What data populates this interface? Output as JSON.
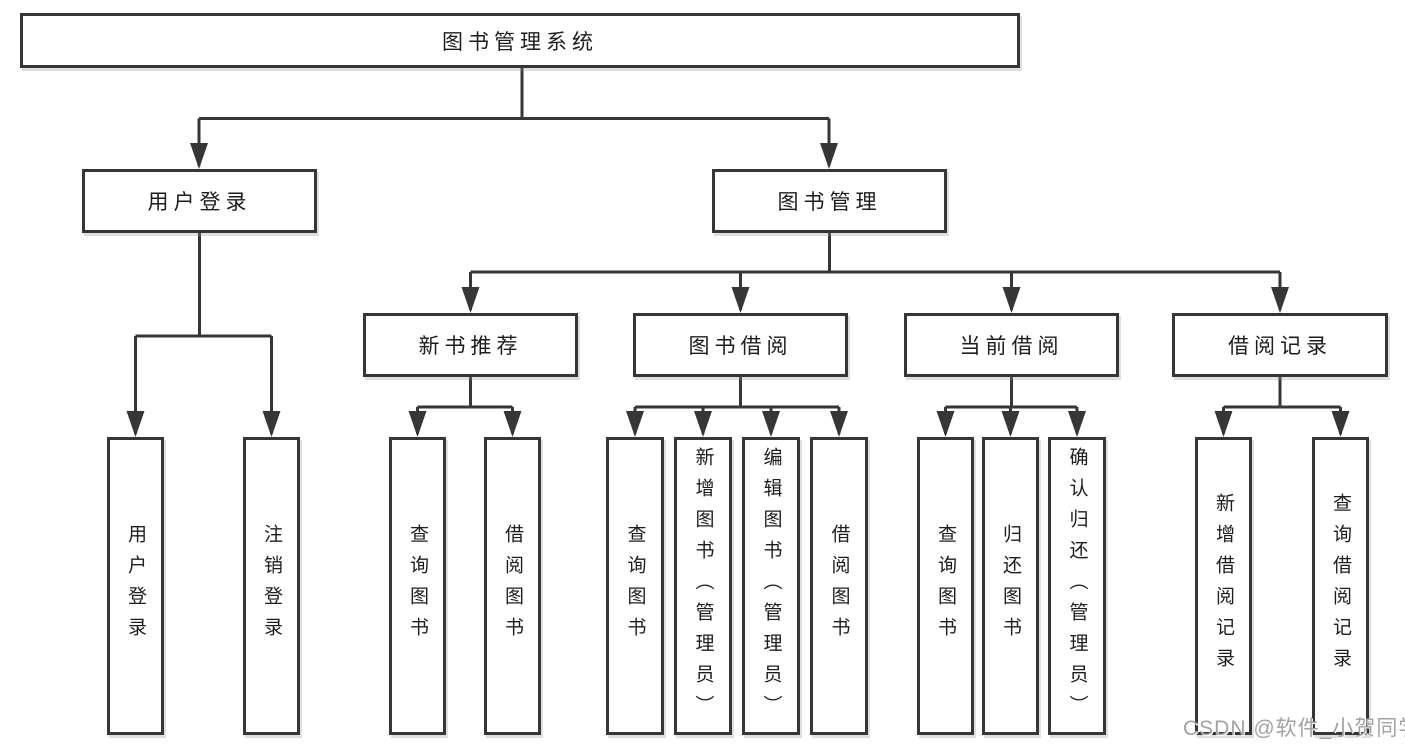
{
  "colors": {
    "background": "#ffffff",
    "line": "#363636",
    "box_border": "#363636",
    "text": "#1d1d1d",
    "watermark": "#a2a2a2"
  },
  "tree": {
    "root": {
      "label": "图书管理系统"
    },
    "branches": [
      {
        "label": "用户登录",
        "leaves": [
          "用户登录",
          "注销登录"
        ]
      },
      {
        "label": "图书管理",
        "groups": [
          {
            "label": "新书推荐",
            "leaves": [
              "查询图书",
              "借阅图书"
            ]
          },
          {
            "label": "图书借阅",
            "leaves": [
              "查询图书",
              "新增图书（管理员）",
              "编辑图书（管理员）",
              "借阅图书"
            ]
          },
          {
            "label": "当前借阅",
            "leaves": [
              "查询图书",
              "归还图书",
              "确认归还（管理员）"
            ]
          },
          {
            "label": "借阅记录",
            "leaves": [
              "新增借阅记录",
              "查询借阅记录"
            ]
          }
        ]
      }
    ]
  },
  "watermark": {
    "text": "CSDN @软件_小贺同学"
  }
}
